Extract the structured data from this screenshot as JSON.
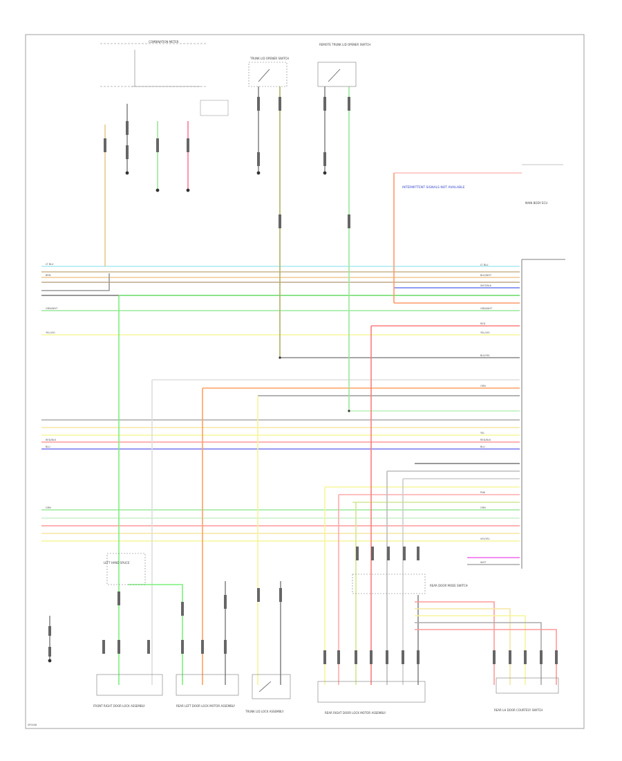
{
  "diagram": {
    "footer_code": "SP0008",
    "labels": {
      "combination_meter": "COMBINATION METER",
      "trunk_lid_opener": "TRUNK LID OPENER SWITCH",
      "remote_switch": "REMOTE TRUNK LID OPENER SWITCH",
      "lh_splice": "LEFT HAND SPLICE",
      "rear_right_door_lock": "REAR RIGHT DOOR LOCK MOTOR ASSEMBLY",
      "rear_left_door_lock": "REAR LEFT DOOR LOCK MOTOR ASSEMBLY",
      "front_right_door": "FRONT RIGHT DOOR LOCK ASSEMBLY",
      "trunk_lid_lock": "TRUNK LID LOCK ASSEMBLY",
      "rear_door_mode": "REAR DOOR MODE SWITCH",
      "rear_lh_door": "REAR LH DOOR COURTESY SWITCH",
      "main_body_ecu": "MAIN BODY ECU"
    },
    "wire_labels": {
      "lt_blu": "LT BLU",
      "brn": "BRN",
      "blk_wht": "BLK/WHT",
      "wht_blk": "WHT/BLK",
      "grn_wht": "GRN/WHT",
      "yel_vio": "YEL/VIO",
      "vio_yel": "VIO/YEL",
      "red_blk": "RED/BLK",
      "red": "RED",
      "blk_yel": "BLK/YEL",
      "yel": "YEL",
      "wht": "WHT",
      "grn": "GRN",
      "pnk": "PNK",
      "blu": "BLU",
      "orn": "ORN"
    },
    "blue_note": "INTERMITTENT SIGNALS NOT AVAILABLE"
  }
}
